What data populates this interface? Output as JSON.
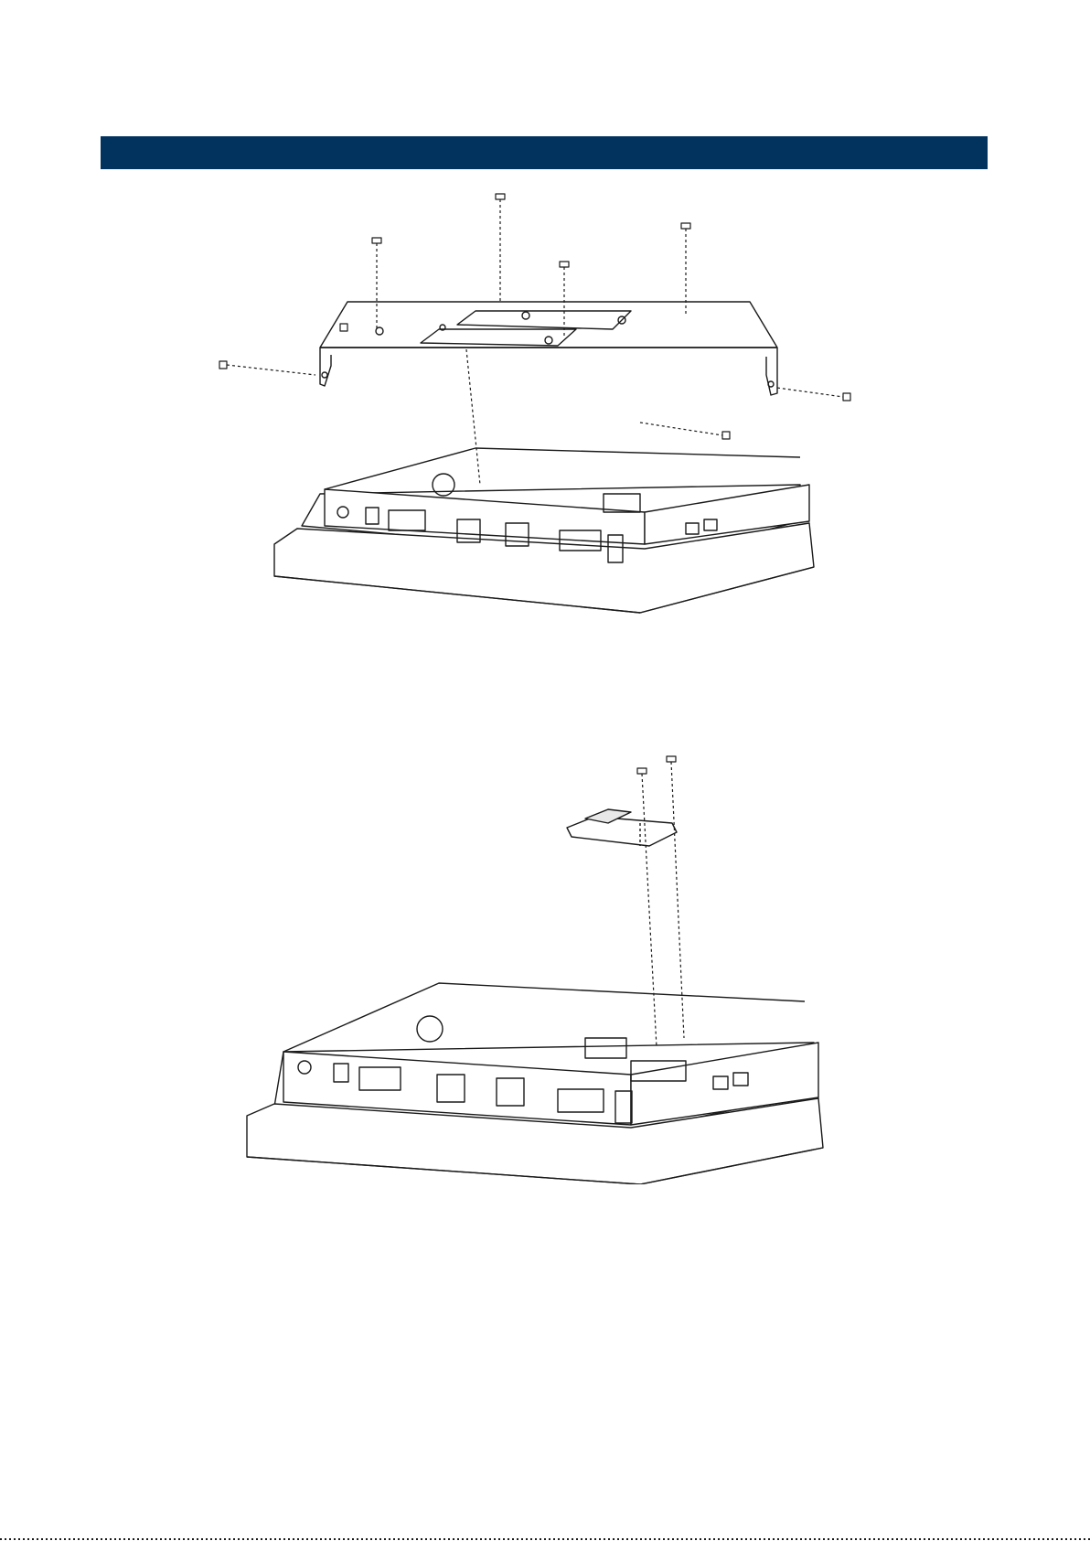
{
  "header": {
    "title": "",
    "color": "#02335f"
  },
  "figures": [
    {
      "part": "mounting-bracket",
      "screw_count": 8
    },
    {
      "part": "expansion-module",
      "screw_count": 2
    }
  ],
  "colors": {
    "ink": "#1a1a1a",
    "panel": "#ffffff",
    "shade": "#e8e8e8"
  }
}
